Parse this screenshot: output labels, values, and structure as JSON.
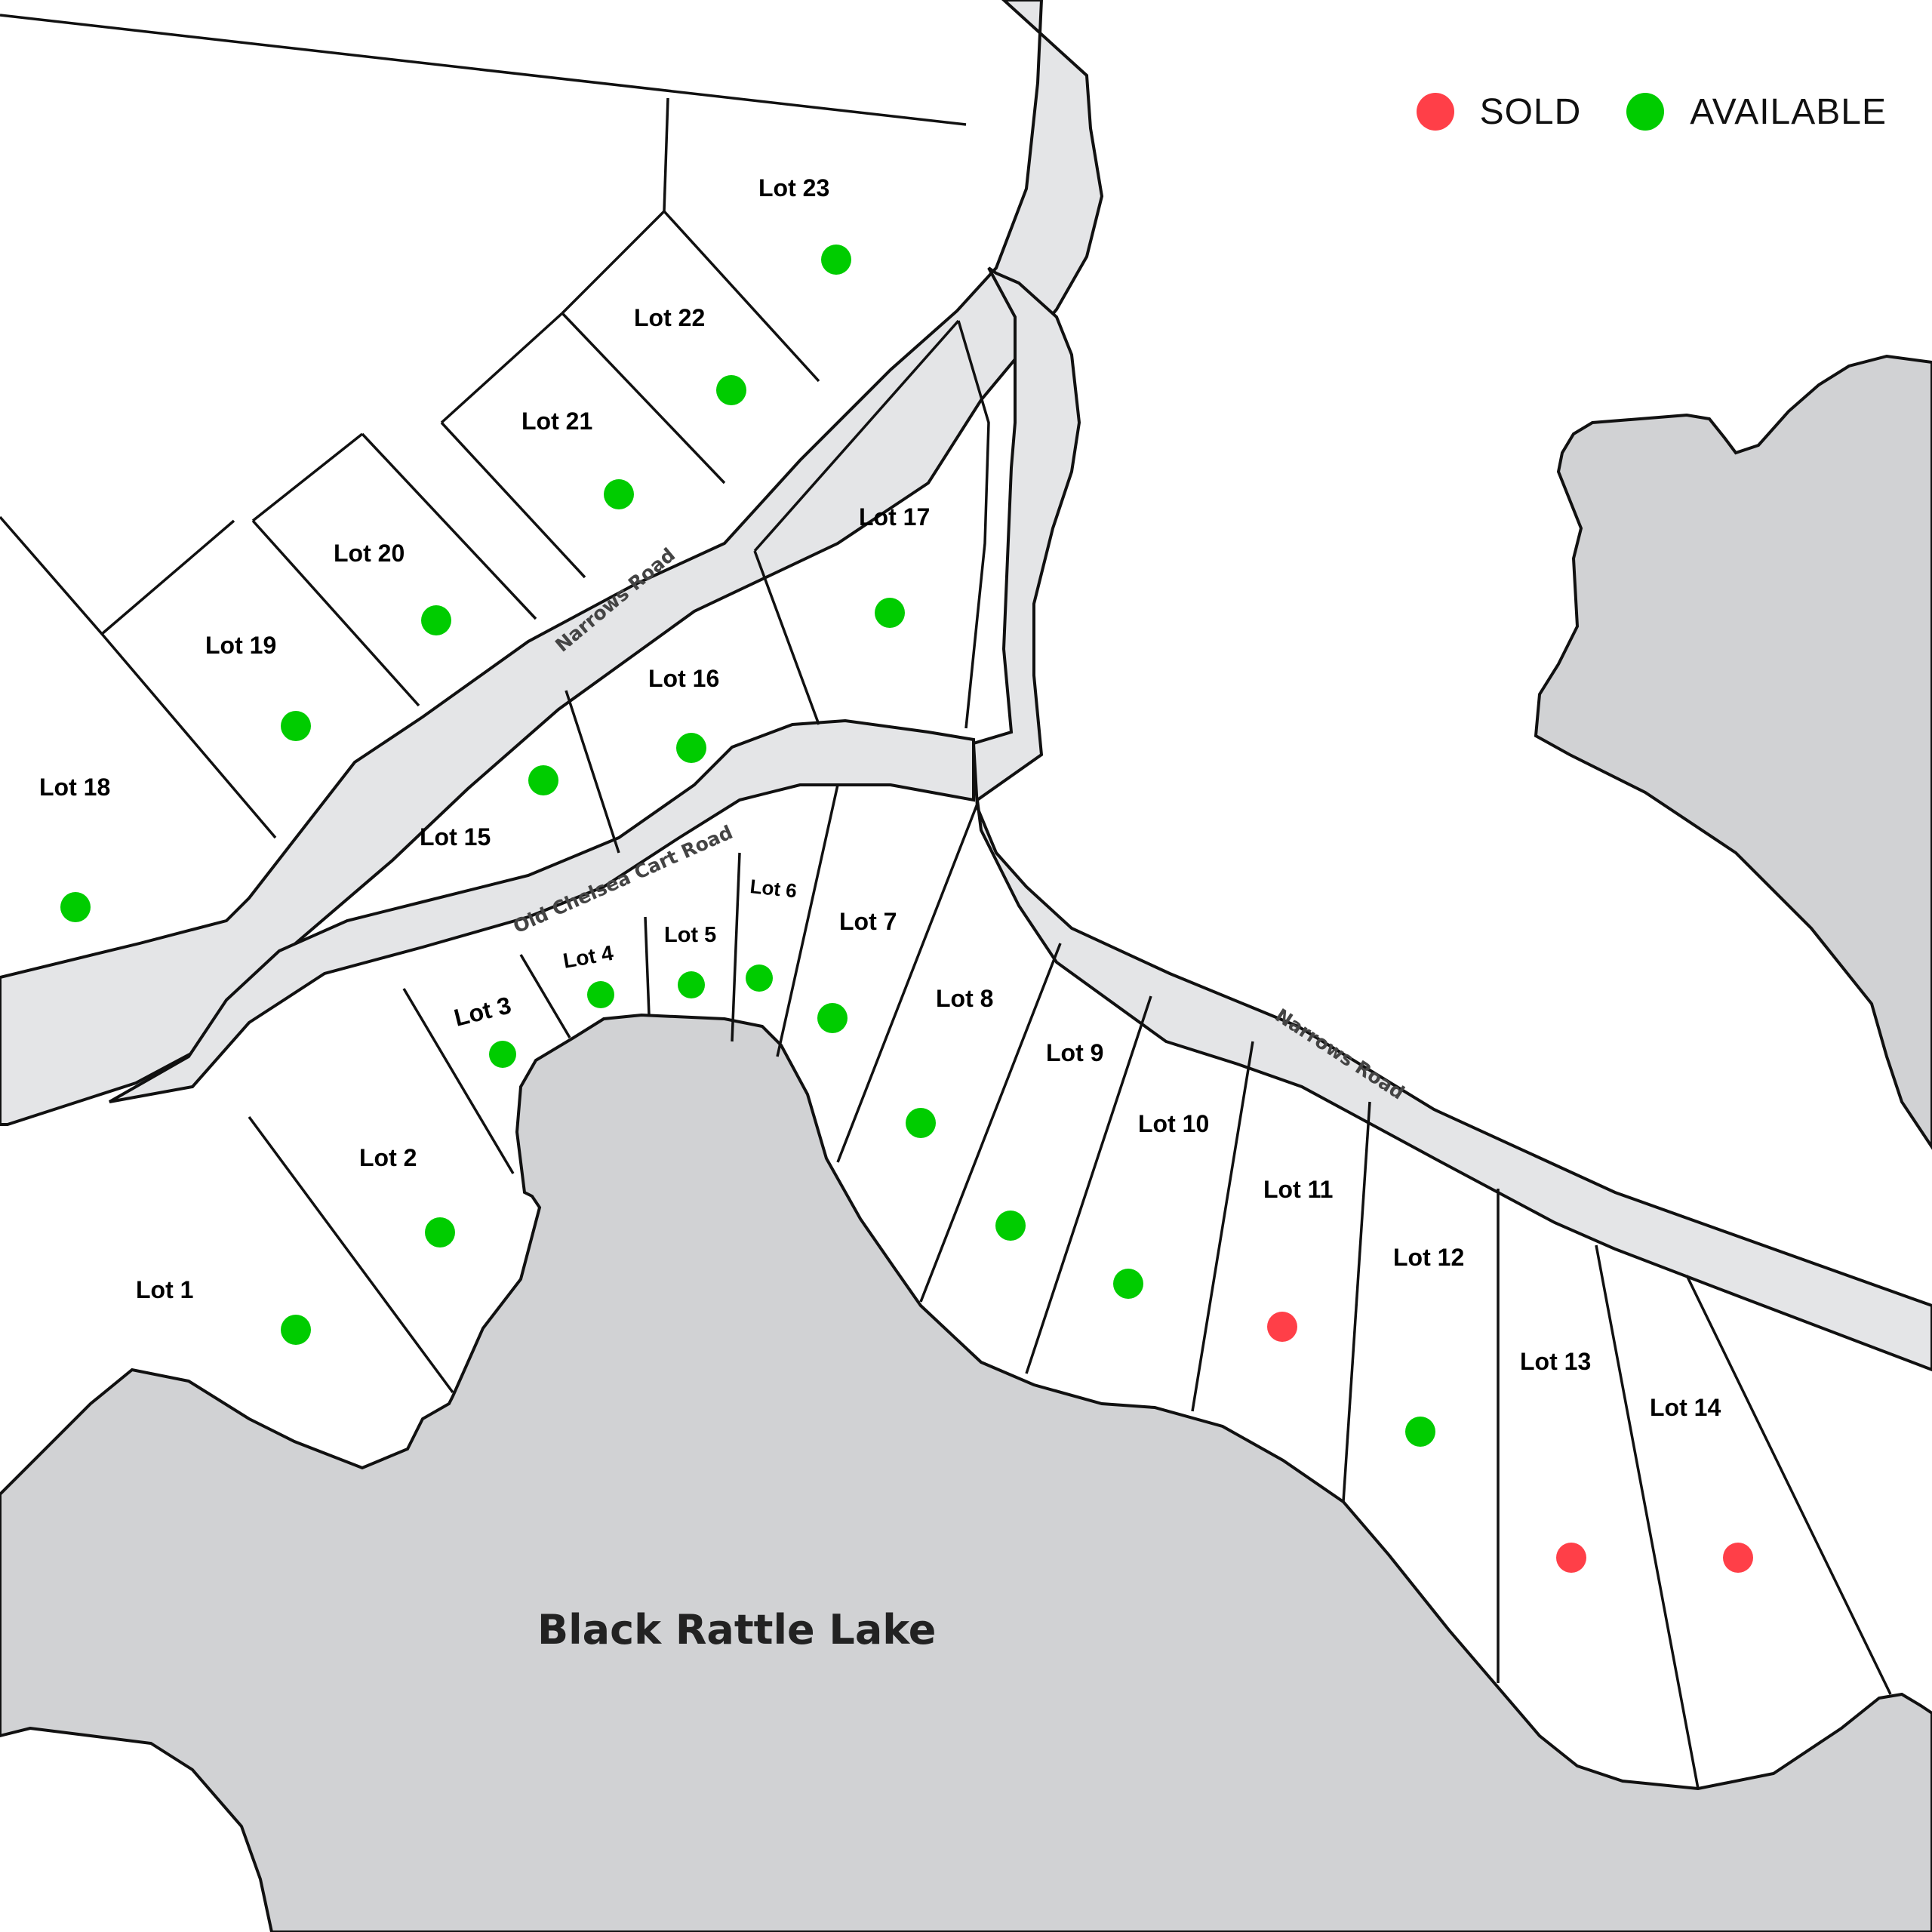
{
  "legend": {
    "items": [
      {
        "label": "SOLD",
        "color": "#ff3f48"
      },
      {
        "label": "AVAILABLE",
        "color": "#00cc00"
      }
    ]
  },
  "colors": {
    "sold": "#ff3f48",
    "available": "#00cc00",
    "water": "#d1d2d4",
    "road": "#e4e5e7"
  },
  "lake": {
    "name": "Black Rattle Lake"
  },
  "roads": [
    {
      "name": "Narrows Road",
      "segment": "northwest"
    },
    {
      "name": "Narrows Road",
      "segment": "east"
    },
    {
      "name": "Old Chelsea Cart Road",
      "segment": "spur"
    }
  ],
  "lots": [
    {
      "label": "Lot 1",
      "status": "available"
    },
    {
      "label": "Lot 2",
      "status": "available"
    },
    {
      "label": "Lot 3",
      "status": "available"
    },
    {
      "label": "Lot 4",
      "status": "available"
    },
    {
      "label": "Lot 5",
      "status": "available"
    },
    {
      "label": "Lot 6",
      "status": "available"
    },
    {
      "label": "Lot 7",
      "status": "available"
    },
    {
      "label": "Lot 8",
      "status": "available"
    },
    {
      "label": "Lot 9",
      "status": "available"
    },
    {
      "label": "Lot 10",
      "status": "available"
    },
    {
      "label": "Lot 11",
      "status": "sold"
    },
    {
      "label": "Lot 12",
      "status": "available"
    },
    {
      "label": "Lot 13",
      "status": "sold"
    },
    {
      "label": "Lot 14",
      "status": "sold"
    },
    {
      "label": "Lot 15",
      "status": "available"
    },
    {
      "label": "Lot 16",
      "status": "available"
    },
    {
      "label": "Lot 17",
      "status": "available"
    },
    {
      "label": "Lot 18",
      "status": "available"
    },
    {
      "label": "Lot 19",
      "status": "available"
    },
    {
      "label": "Lot 20",
      "status": "available"
    },
    {
      "label": "Lot 21",
      "status": "available"
    },
    {
      "label": "Lot 22",
      "status": "available"
    },
    {
      "label": "Lot 23",
      "status": "available"
    }
  ]
}
